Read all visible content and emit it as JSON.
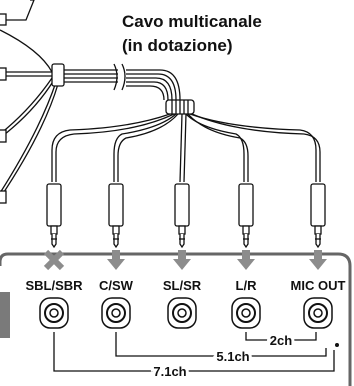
{
  "title": "Cavo multicanale",
  "subtitle": "(in dotazione)",
  "connectors": [
    {
      "label": "SBL/SBR",
      "status": "not-connected",
      "marker": "x-icon"
    },
    {
      "label": "C/SW",
      "status": "connected",
      "marker": "arrow-down-icon"
    },
    {
      "label": "SL/SR",
      "status": "connected",
      "marker": "arrow-down-icon"
    },
    {
      "label": "L/R",
      "status": "connected",
      "marker": "arrow-down-icon"
    },
    {
      "label": "MIC OUT",
      "status": "connected",
      "marker": "arrow-down-icon"
    }
  ],
  "groups": [
    {
      "label": "2ch"
    },
    {
      "label": "5.1ch"
    },
    {
      "label": "7.1ch"
    }
  ],
  "colors": {
    "line": "#111111",
    "marker": "#8c8c8c",
    "panel_stroke": "#666666",
    "side_tab": "#7a7a7a"
  }
}
